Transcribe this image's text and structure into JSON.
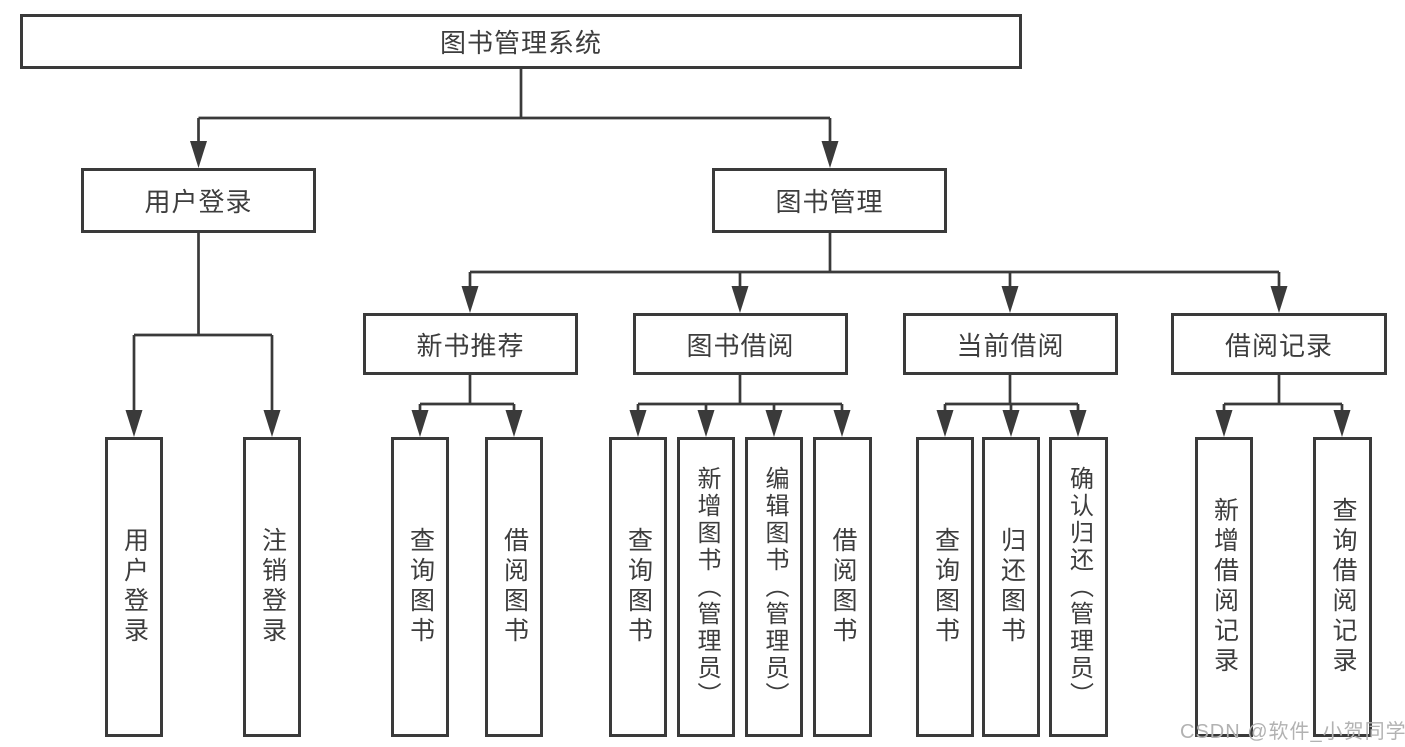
{
  "diagram": {
    "title": "图书管理系统",
    "root": {
      "label": "图书管理系统"
    },
    "branches": {
      "user_login": {
        "label": "用户登录",
        "children": [
          "用户登录",
          "注销登录"
        ]
      },
      "book_management": {
        "label": "图书管理",
        "modules": {
          "new_book_recommend": {
            "label": "新书推荐",
            "children": [
              "查询图书",
              "借阅图书"
            ]
          },
          "book_borrow": {
            "label": "图书借阅",
            "children": [
              "查询图书",
              "新增图书（管理员）",
              "编辑图书（管理员）",
              "借阅图书"
            ]
          },
          "current_borrow": {
            "label": "当前借阅",
            "children": [
              "查询图书",
              "归还图书",
              "确认归还（管理员）"
            ]
          },
          "borrow_records": {
            "label": "借阅记录",
            "children": [
              "新增借阅记录",
              "查询借阅记录"
            ]
          }
        }
      }
    },
    "watermark": "CSDN @软件_小贺同学",
    "colors": {
      "line": "#3a3a3a",
      "text": "#3d3d3d",
      "watermark": "#b2b2b2",
      "background": "#ffffff"
    }
  }
}
